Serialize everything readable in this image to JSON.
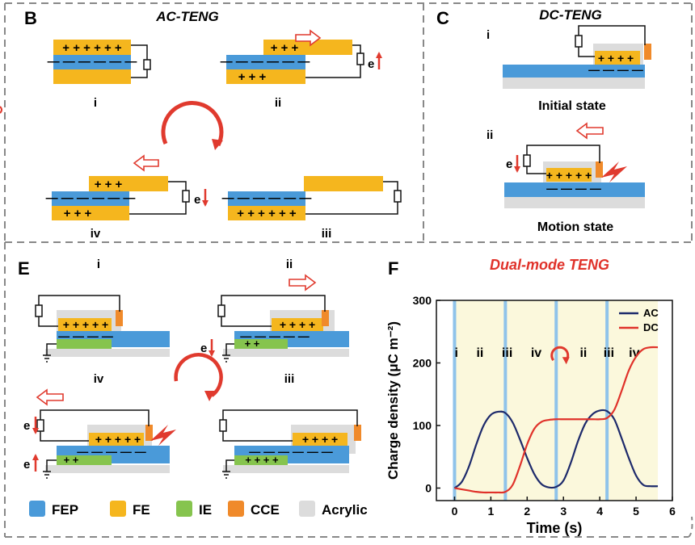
{
  "panels": {
    "B": {
      "letter": "B",
      "title": "AC-TENG",
      "stages": [
        "i",
        "ii",
        "iii",
        "iv"
      ],
      "electron": "e"
    },
    "C": {
      "letter": "C",
      "title": "DC-TENG",
      "stages": [
        "i",
        "ii"
      ],
      "captions": [
        "Initial state",
        "Motion state"
      ],
      "electron": "e"
    },
    "E": {
      "letter": "E",
      "stages": [
        "i",
        "ii",
        "iii",
        "iv"
      ],
      "electron": "e"
    },
    "F": {
      "letter": "F",
      "title": "Dual-mode TENG"
    }
  },
  "legend": [
    {
      "label": "FEP",
      "color": "#4a9ad9"
    },
    {
      "label": "FE",
      "color": "#f5b61e"
    },
    {
      "label": "IE",
      "color": "#86c44e"
    },
    {
      "label": "CCE",
      "color": "#f08a2a"
    },
    {
      "label": "Acrylic",
      "color": "#dcdcdc"
    }
  ],
  "colors": {
    "fep": "#4a9ad9",
    "fe": "#f5b61e",
    "ie": "#86c44e",
    "cce": "#f08a2a",
    "acrylic": "#dcdcdc",
    "arrow_red": "#e03a2e",
    "plot_bg": "#fbf8dc",
    "ac_line": "#1d2a6b",
    "dc_line": "#e0322a",
    "stage_line": "#8fc3ea"
  },
  "chart_data": {
    "type": "line",
    "title": "Dual-mode TENG",
    "xlabel": "Time (s)",
    "ylabel": "Charge density (μC m⁻²)",
    "xlim": [
      -0.5,
      6.0
    ],
    "ylim": [
      -20,
      300
    ],
    "xticks": [
      0,
      1,
      2,
      3,
      4,
      5,
      6
    ],
    "yticks": [
      0,
      100,
      200,
      300
    ],
    "legend_position": "top-right",
    "stage_times": [
      0,
      1.4,
      2.8,
      4.2
    ],
    "stage_labels": [
      "i",
      "ii",
      "iii",
      "iv",
      "ii",
      "iii",
      "iv"
    ],
    "series": [
      {
        "name": "AC",
        "color": "#1d2a6b",
        "x": [
          0,
          0.2,
          0.4,
          0.6,
          0.8,
          1.0,
          1.2,
          1.4,
          1.6,
          1.8,
          2.0,
          2.2,
          2.4,
          2.6,
          2.8,
          3.0,
          3.2,
          3.4,
          3.6,
          3.8,
          4.0,
          4.2,
          4.4,
          4.6,
          4.8,
          5.0,
          5.2,
          5.4,
          5.6
        ],
        "values": [
          0,
          10,
          35,
          70,
          100,
          117,
          122,
          120,
          105,
          78,
          48,
          22,
          6,
          1,
          2,
          12,
          40,
          75,
          103,
          118,
          124,
          123,
          110,
          80,
          48,
          20,
          5,
          3,
          3
        ]
      },
      {
        "name": "DC",
        "color": "#e0322a",
        "x": [
          0,
          0.2,
          0.4,
          0.6,
          0.8,
          1.0,
          1.2,
          1.4,
          1.6,
          1.8,
          2.0,
          2.2,
          2.4,
          2.6,
          2.8,
          3.0,
          3.2,
          3.4,
          3.6,
          3.8,
          4.0,
          4.2,
          4.4,
          4.6,
          4.8,
          5.0,
          5.2,
          5.4,
          5.6
        ],
        "values": [
          0,
          -2,
          -4,
          -6,
          -7,
          -7,
          -7,
          -6,
          5,
          35,
          70,
          95,
          106,
          109,
          110,
          110,
          110,
          110,
          110,
          110,
          110,
          112,
          125,
          155,
          188,
          210,
          222,
          225,
          225
        ]
      }
    ]
  }
}
